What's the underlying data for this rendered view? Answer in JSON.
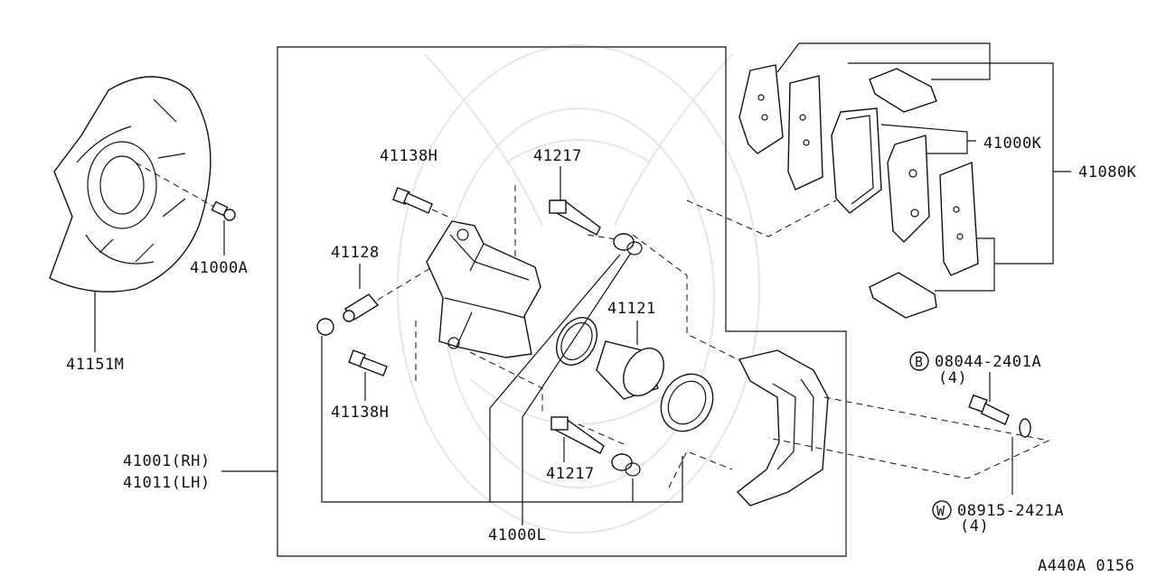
{
  "labels": {
    "p41138h_top": "41138H",
    "p41217_top": "41217",
    "p41128": "41128",
    "p41121": "41121",
    "p41138h_bottom": "41138H",
    "p41217_bottom": "41217",
    "p41000l": "41000L",
    "p41000a": "41000A",
    "p41151m": "41151M",
    "p41001": "41001(RH)",
    "p41011": "41011(LH)",
    "p41000k": "41000K",
    "p41080k": "41080K",
    "bolt_marker": "B",
    "bolt_part": "08044-2401A",
    "bolt_qty": "(4)",
    "washer_marker": "W",
    "washer_part": "08915-2421A",
    "washer_qty": "(4)",
    "diagram_code": "A440A 0156"
  }
}
